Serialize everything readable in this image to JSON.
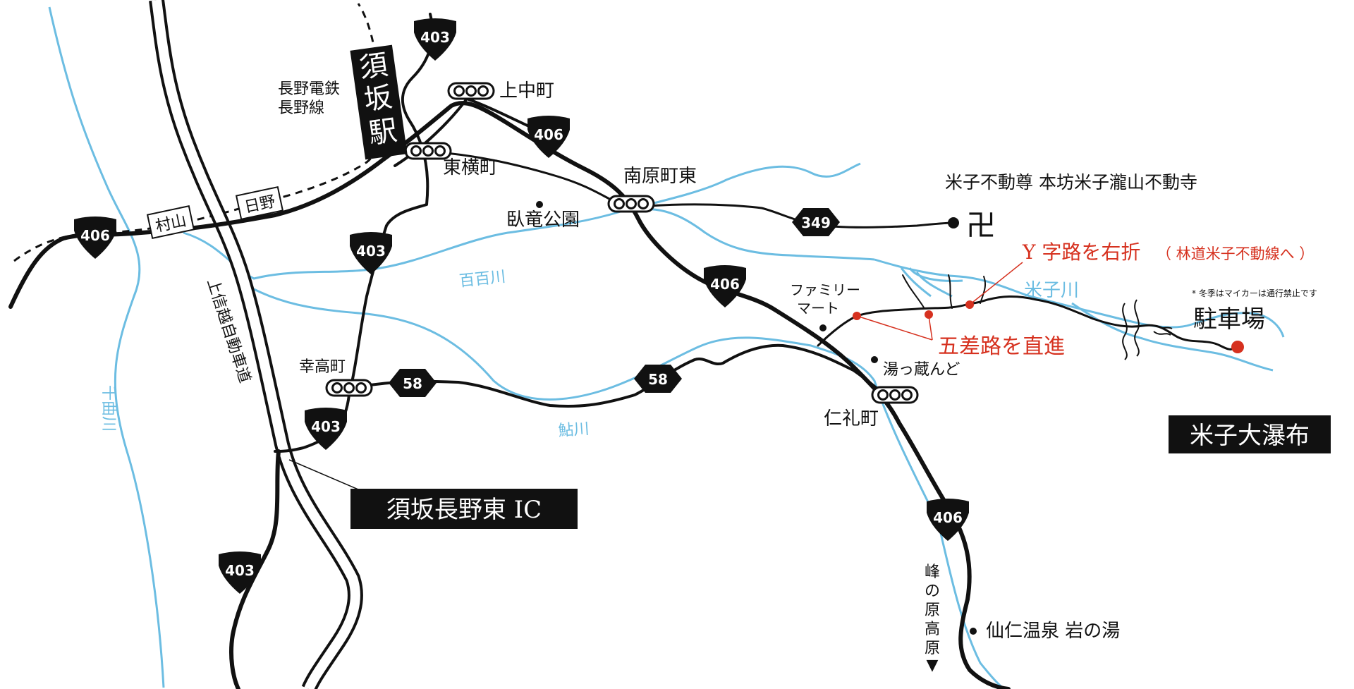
{
  "colors": {
    "road": "#111111",
    "river": "#6cbde2",
    "accent": "#d6311f",
    "background": "#ffffff"
  },
  "stations": {
    "suzaka_station": "須坂駅",
    "railway_line": [
      "長野電鉄",
      "長野線"
    ]
  },
  "boxes": {
    "interchange": "須坂長野東 IC",
    "destination": "米子大瀑布"
  },
  "railway_stops": [
    "村山",
    "日野"
  ],
  "expressway": "上信越自動車道",
  "route_numbers": {
    "r403": "403",
    "r406": "406",
    "r349": "349",
    "r58": "58"
  },
  "intersections": {
    "kaminaka": "上中町",
    "higashiyoko": "東横町",
    "minamihara_higashi": "南原町東",
    "kotaka": "幸高町",
    "nirei": "仁礼町"
  },
  "places": {
    "garyu_park": "臥竜公園",
    "family_mart": [
      "ファミリー",
      "マート"
    ],
    "yukurando": "湯っ蔵んど",
    "temple": "米子不動尊 本坊米子瀧山不動寺",
    "onsen": "仙仁温泉 岩の湯",
    "parking": "駐車場",
    "minenohara": [
      "峰",
      "の",
      "原",
      "高",
      "原"
    ]
  },
  "rivers": {
    "momo": "百百川",
    "ayu": "鮎川",
    "yonako": "米子川",
    "chikuma": "千曲川"
  },
  "directions": {
    "y_junction": "Y 字路を右折",
    "y_junction_note": "（ 林道米子不動線へ ）",
    "five_way": "五差路を直進",
    "winter_note": "* 冬季はマイカーは通行禁止です"
  },
  "icons": {
    "temple_symbol": "卍",
    "signal": "traffic-signal-icon",
    "shield": "route-shield-icon",
    "hexagon": "prefectural-road-icon",
    "arrow_down": "▼"
  }
}
